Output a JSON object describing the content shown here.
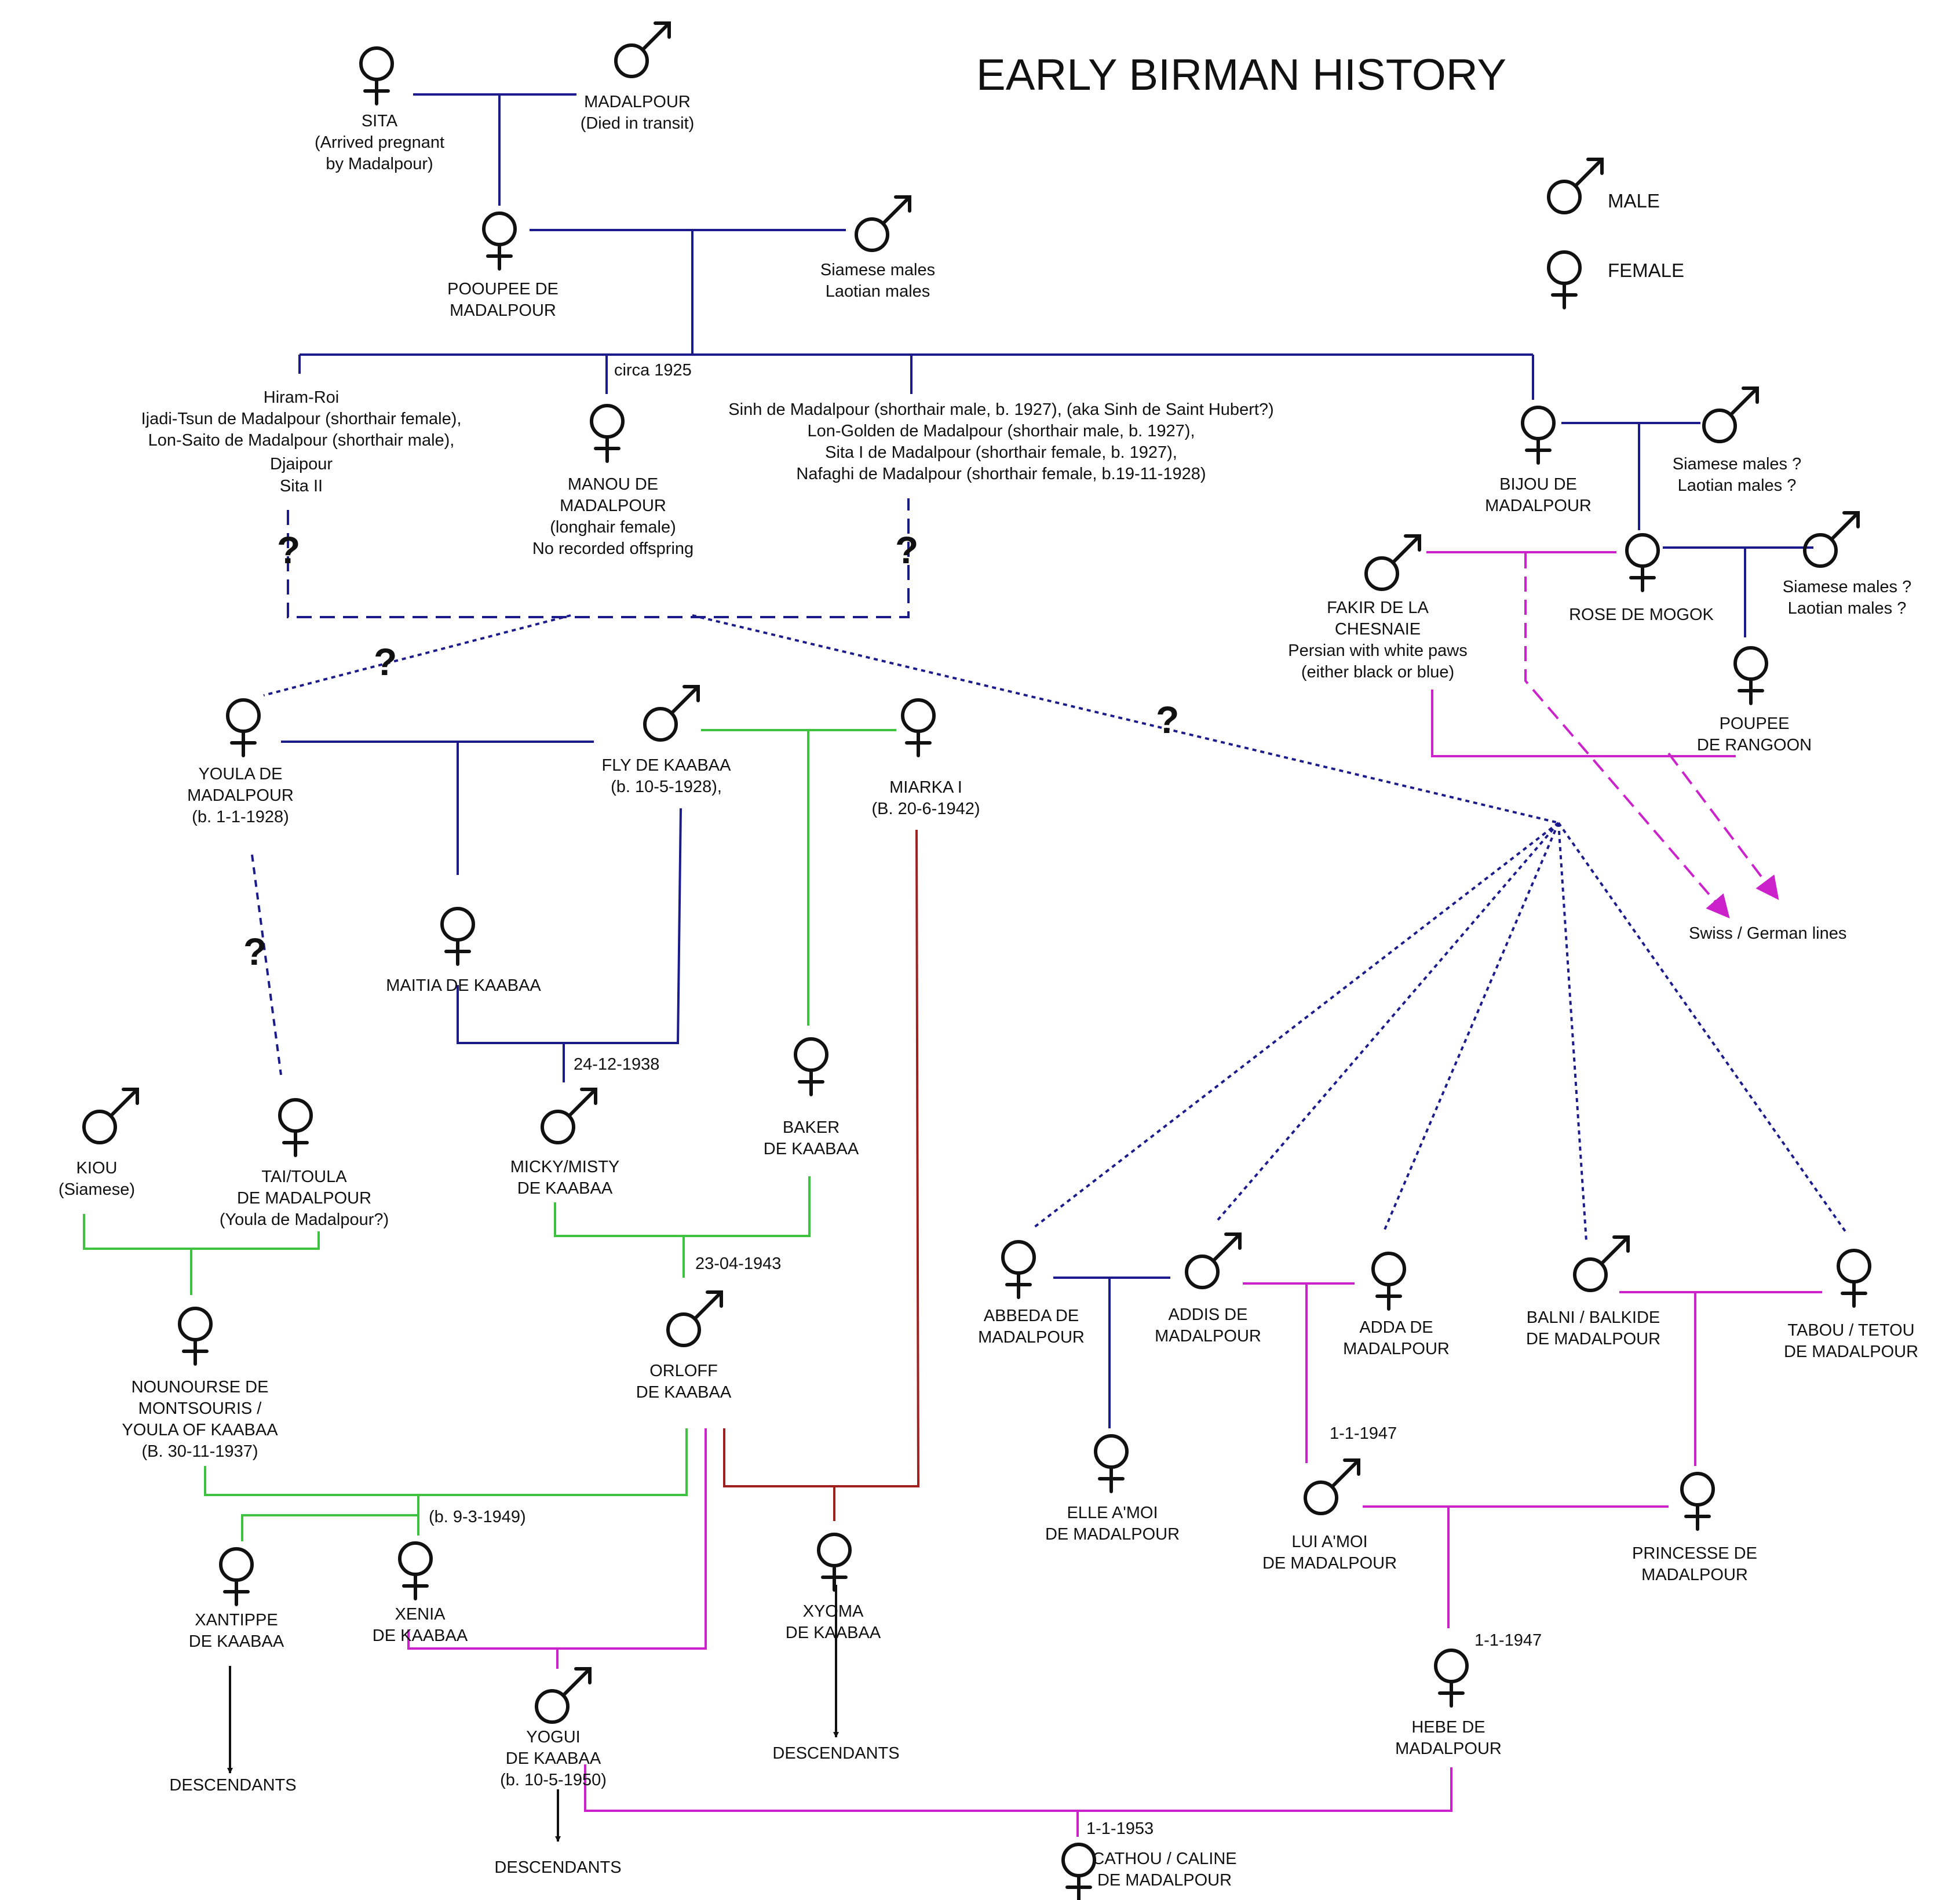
{
  "title": "EARLY BIRMAN HISTORY",
  "legend": [
    {
      "symbol": "male",
      "label": "MALE"
    },
    {
      "symbol": "female",
      "label": "FEMALE"
    }
  ],
  "colors": {
    "line_blue": "#1b1b8c",
    "line_green": "#3fc23f",
    "line_magenta": "#cc22cc",
    "line_red": "#a02020",
    "line_black": "#111111"
  },
  "cats": [
    {
      "key": "sita",
      "sex": "female",
      "lines": [
        "SITA",
        "(Arrived pregnant",
        "by Madalpour)"
      ]
    },
    {
      "key": "madalpour",
      "sex": "male",
      "lines": [
        "MADALPOUR",
        "(Died in transit)"
      ]
    },
    {
      "key": "pooupee",
      "sex": "female",
      "lines": [
        "POOUPEE DE",
        "MADALPOUR"
      ]
    },
    {
      "key": "siamese-laotian-1",
      "sex": "male",
      "lines": [
        "Siamese males",
        "Laotian males"
      ]
    },
    {
      "key": "manou",
      "sex": "female",
      "lines": [
        "MANOU DE",
        "MADALPOUR",
        "(longhair female)",
        "No recorded offspring"
      ]
    },
    {
      "key": "bijou",
      "sex": "female",
      "lines": [
        "BIJOU DE",
        "MADALPOUR"
      ]
    },
    {
      "key": "siamese-laotian-2",
      "sex": "male",
      "lines": [
        "Siamese males ?",
        "Laotian males  ?"
      ]
    },
    {
      "key": "fakir",
      "sex": "male",
      "lines": [
        "FAKIR DE LA",
        "CHESNAIE",
        "Persian with white paws",
        "(either black or blue)"
      ]
    },
    {
      "key": "rose",
      "sex": "female",
      "lines": [
        "ROSE DE MOGOK"
      ]
    },
    {
      "key": "siamese-laotian-3",
      "sex": "male",
      "lines": [
        "Siamese males ?",
        "Laotian males  ?"
      ]
    },
    {
      "key": "poupee-rangoon",
      "sex": "female",
      "lines": [
        "POUPEE",
        "DE RANGOON"
      ]
    },
    {
      "key": "youla",
      "sex": "female",
      "lines": [
        "YOULA DE",
        "MADALPOUR",
        "(b. 1-1-1928)"
      ]
    },
    {
      "key": "fly",
      "sex": "male",
      "lines": [
        "FLY DE KAABAA",
        "(b. 10-5-1928),"
      ]
    },
    {
      "key": "miarka",
      "sex": "female",
      "lines": [
        "MIARKA I",
        "(B. 20-6-1942)"
      ]
    },
    {
      "key": "maitia",
      "sex": "female",
      "lines": [
        "MAITIA DE KAABAA"
      ]
    },
    {
      "key": "kiou",
      "sex": "male",
      "lines": [
        "KIOU",
        "(Siamese)"
      ]
    },
    {
      "key": "tai-toula",
      "sex": "female",
      "lines": [
        "TAI/TOULA",
        "DE MADALPOUR",
        "(Youla de Madalpour?)"
      ]
    },
    {
      "key": "micky",
      "sex": "male",
      "lines": [
        "MICKY/MISTY",
        "DE KAABAA"
      ]
    },
    {
      "key": "baker",
      "sex": "female",
      "lines": [
        "BAKER",
        "DE KAABAA"
      ]
    },
    {
      "key": "nounourse",
      "sex": "female",
      "lines": [
        "NOUNOURSE DE",
        "MONTSOURIS /",
        "YOULA OF KAABAA",
        "(B. 30-11-1937)"
      ]
    },
    {
      "key": "orloff",
      "sex": "male",
      "lines": [
        "ORLOFF",
        "DE KAABAA"
      ]
    },
    {
      "key": "xantippe",
      "sex": "female",
      "lines": [
        "XANTIPPE",
        "DE KAABAA"
      ]
    },
    {
      "key": "xenia",
      "sex": "female",
      "lines": [
        "XENIA",
        "DE KAABAA"
      ]
    },
    {
      "key": "yogui",
      "sex": "male",
      "lines": [
        "YOGUI",
        "DE KAABAA",
        "(b. 10-5-1950)"
      ]
    },
    {
      "key": "xyoma",
      "sex": "female",
      "lines": [
        "XYOMA",
        "DE KAABAA"
      ]
    },
    {
      "key": "abbeda",
      "sex": "female",
      "lines": [
        "ABBEDA DE",
        "MADALPOUR"
      ]
    },
    {
      "key": "addis",
      "sex": "male",
      "lines": [
        "ADDIS DE",
        "MADALPOUR"
      ]
    },
    {
      "key": "adda",
      "sex": "female",
      "lines": [
        "ADDA DE",
        "MADALPOUR"
      ]
    },
    {
      "key": "balni",
      "sex": "male",
      "lines": [
        "BALNI / BALKIDE",
        "DE MADALPOUR"
      ]
    },
    {
      "key": "tabou",
      "sex": "female",
      "lines": [
        "TABOU / TETOU",
        "DE MADALPOUR"
      ]
    },
    {
      "key": "elle",
      "sex": "female",
      "lines": [
        "ELLE A'MOI",
        "DE MADALPOUR"
      ]
    },
    {
      "key": "lui",
      "sex": "male",
      "lines": [
        "LUI A'MOI",
        "DE MADALPOUR"
      ]
    },
    {
      "key": "princesse",
      "sex": "female",
      "lines": [
        "PRINCESSE DE",
        "MADALPOUR"
      ]
    },
    {
      "key": "hebe",
      "sex": "female",
      "lines": [
        "HEBE DE",
        "MADALPOUR"
      ]
    },
    {
      "key": "cathou",
      "sex": "female",
      "lines": [
        "CATHOU / CALINE",
        "DE MADALPOUR"
      ]
    }
  ],
  "groups": [
    {
      "key": "litter-left",
      "lines": [
        "Hiram-Roi",
        "Ijadi-Tsun de Madalpour (shorthair female),",
        "Lon-Saito de Madalpour (shorthair male),",
        "Djaipour",
        "Sita II"
      ]
    },
    {
      "key": "litter-right",
      "lines": [
        "Sinh de Madalpour (shorthair male, b. 1927),  (aka Sinh de Saint Hubert?)",
        "Lon-Golden de Madalpour (shorthair male, b. 1927),",
        "Sita I de Madalpour (shorthair female, b. 1927),",
        "Nafaghi de Madalpour (shorthair female, b.19-11-1928)"
      ]
    }
  ],
  "notes": {
    "circa": "circa 1925",
    "swiss": "Swiss / German lines",
    "desc_xantippe": "DESCENDANTS",
    "desc_yogui": "DESCENDANTS",
    "desc_xyoma": "DESCENDANTS",
    "date_micky": "24-12-1938",
    "date_orloff": "23-04-1943",
    "date_xenia": "(b. 9-3-1949)",
    "date_lui": "1-1-1947",
    "date_hebe": "1-1-1947",
    "date_cathou": "1-1-1953",
    "q1": "?",
    "q2": "?",
    "q3": "?",
    "q4": "?",
    "q5": "?"
  }
}
